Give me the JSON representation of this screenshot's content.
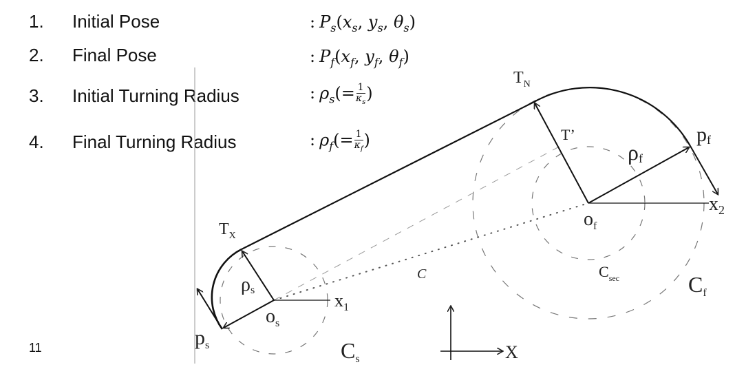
{
  "list": [
    {
      "number": "1.",
      "label": "Initial Pose",
      "formula": ": P_s(x_s, y_s, θ_s)"
    },
    {
      "number": "2.",
      "label": "Final Pose",
      "formula": ": P_f(x_f, y_f, θ_f)"
    },
    {
      "number": "3.",
      "label": "Initial Turning Radius",
      "formula": ": ρ_s(= 1/κ_s)"
    },
    {
      "number": "4.",
      "label": "Final Turning Radius",
      "formula": ": ρ_f(= 1/κ_f)"
    }
  ],
  "formula_parts": {
    "colon": ":",
    "P": "P",
    "x": "x",
    "y": "y",
    "theta": "θ",
    "rho": "ρ",
    "kappa": "κ",
    "sub_s": "s",
    "sub_f": "f",
    "one": "1",
    "eq": "(=",
    "close": ")",
    "comma": ",",
    "open": "("
  },
  "diagram_labels": {
    "TN": "T",
    "TN_sub": "N",
    "Tprime": "T’",
    "pf": "p",
    "pf_sub": "f",
    "rhof": "ρ",
    "rhof_sub": "f",
    "x2": "x",
    "x2_sub": "2",
    "of": "o",
    "of_sub": "f",
    "Tx": "T",
    "Tx_sub": "X",
    "C": "C",
    "Csec": "C",
    "Csec_sub": "sec",
    "Cf": "C",
    "Cf_sub": "f",
    "rhos": "ρ",
    "rhos_sub": "s",
    "x1": "x",
    "x1_sub": "1",
    "os": "o",
    "os_sub": "s",
    "ps": "p",
    "ps_sub": "s",
    "Cs": "C",
    "Cs_sub": "s",
    "X": "X"
  },
  "page_number": "11"
}
